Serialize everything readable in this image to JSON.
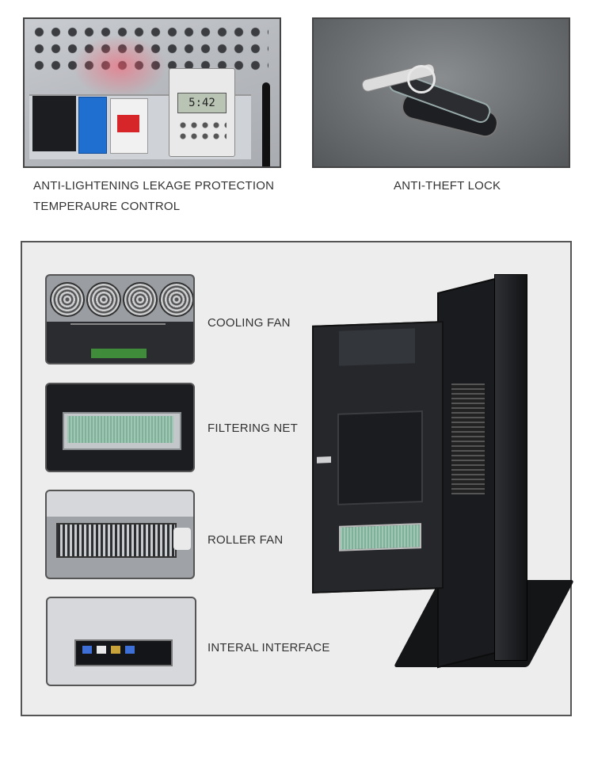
{
  "top": {
    "left_caption_line1": "ANTI-LIGHTENING   LEKAGE PROTECTION",
    "left_caption_line2": "TEMPERAURE CONTROL",
    "right_caption": "ANTI-THEFT LOCK",
    "panel_display": "5:42"
  },
  "features": [
    {
      "label": "COOLING FAN",
      "icon": "cooling-fan-photo"
    },
    {
      "label": "FILTERING NET",
      "icon": "filter-net-photo"
    },
    {
      "label": "ROLLER FAN",
      "icon": "roller-fan-photo"
    },
    {
      "label": "INTERAL INTERFACE",
      "icon": "interface-photo"
    }
  ],
  "colors": {
    "background": "#ffffff",
    "box": "#ededed",
    "border": "#555555",
    "cabinet": "#1a1b1e"
  }
}
